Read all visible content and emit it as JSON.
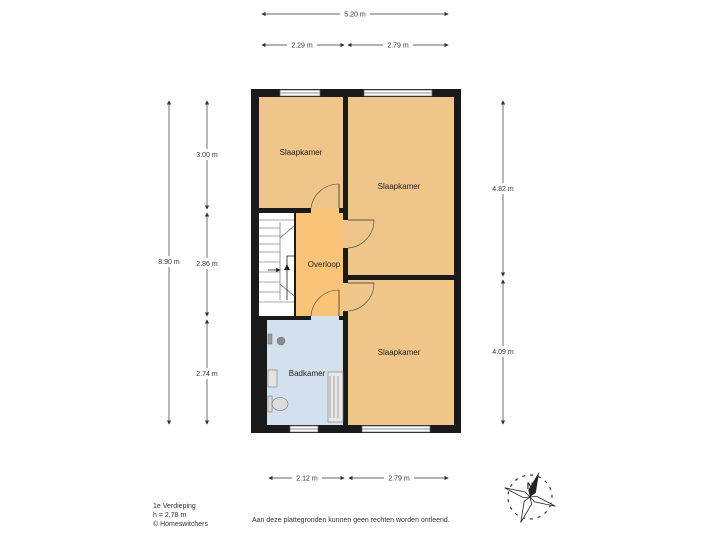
{
  "rooms": {
    "bed1": "Slaapkamer",
    "bed2": "Slaapkamer",
    "bed3": "Slaapkamer",
    "landing": "Overloop",
    "bath": "Badkamer"
  },
  "dims": {
    "top_total": "5.20 m",
    "top_left": "2.29 m",
    "top_right": "2.79 m",
    "left_total": "8.90 m",
    "left_1": "3.00 m",
    "left_2": "2.86 m",
    "left_3": "2.74 m",
    "right_1": "4.82 m",
    "right_2": "4.09 m",
    "bottom_left": "2.12 m",
    "bottom_right": "2.79 m"
  },
  "footer": {
    "floor": "1e Verdieping",
    "height": "h = 2,78 m",
    "copyright": "© Homeswitchers",
    "disclaimer": "Aan deze plattegronden kunnen geen rechten worden ontleend."
  },
  "compass": {
    "label": "N"
  },
  "colors": {
    "bedroom": "#efc589",
    "landing": "#f9c478",
    "bathroom": "#d3e1ee",
    "wall": "#1a1a1a"
  }
}
